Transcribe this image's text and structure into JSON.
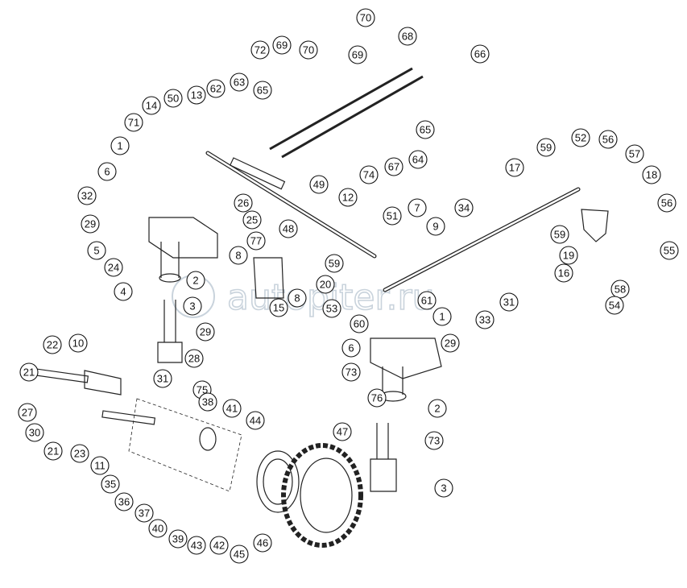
{
  "diagram": {
    "watermark": "autopiter.ru",
    "callouts": [
      "70",
      "68",
      "69",
      "72",
      "69",
      "70",
      "66",
      "63",
      "65",
      "62",
      "13",
      "50",
      "14",
      "71",
      "1",
      "6",
      "32",
      "29",
      "5",
      "24",
      "4",
      "2",
      "3",
      "29",
      "28",
      "26",
      "25",
      "77",
      "8",
      "49",
      "48",
      "12",
      "15",
      "8",
      "20",
      "65",
      "64",
      "67",
      "74",
      "17",
      "59",
      "52",
      "56",
      "57",
      "18",
      "56",
      "55",
      "59",
      "16",
      "58",
      "54",
      "19",
      "51",
      "7",
      "9",
      "34",
      "31",
      "33",
      "59",
      "61",
      "53",
      "60",
      "1",
      "29",
      "6",
      "73",
      "76",
      "2",
      "73",
      "3",
      "10",
      "22",
      "21",
      "31",
      "27",
      "30",
      "21",
      "23",
      "11",
      "35",
      "36",
      "37",
      "40",
      "39",
      "43",
      "42",
      "45",
      "46",
      "75",
      "38",
      "41",
      "44",
      "47"
    ]
  }
}
